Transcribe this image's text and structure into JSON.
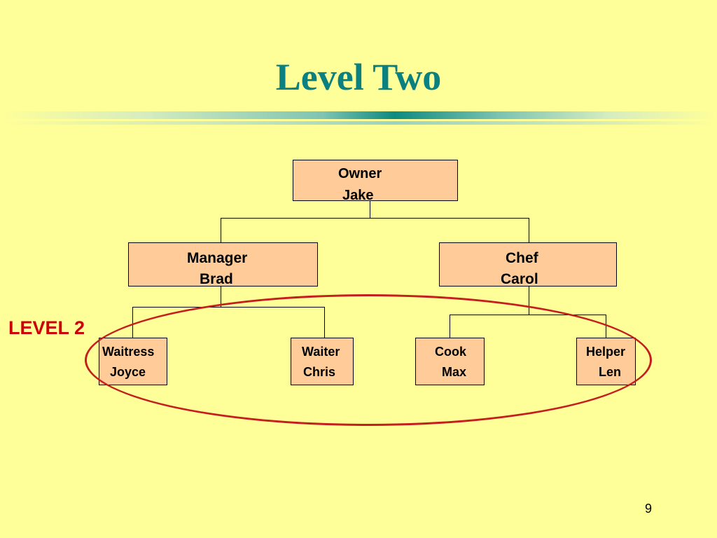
{
  "slide": {
    "title": "Level Two",
    "page_number": "9"
  },
  "org_chart": {
    "owner": {
      "role": "Owner",
      "name": "Jake"
    },
    "managers": [
      {
        "role": "Manager",
        "name": "Brad"
      },
      {
        "role": "Chef",
        "name": "Carol"
      }
    ],
    "staff": [
      {
        "role": "Waitress",
        "name": "Joyce"
      },
      {
        "role": "Waiter",
        "name": "Chris"
      },
      {
        "role": "Cook",
        "name": "Max"
      },
      {
        "role": "Helper",
        "name": "Len"
      }
    ]
  },
  "annotation": {
    "label": "LEVEL 2",
    "color": "#cc0000"
  },
  "colors": {
    "background": "#ffff99",
    "title": "#0a8080",
    "box_fill": "#ffcc99",
    "ellipse": "#c41e1e"
  }
}
